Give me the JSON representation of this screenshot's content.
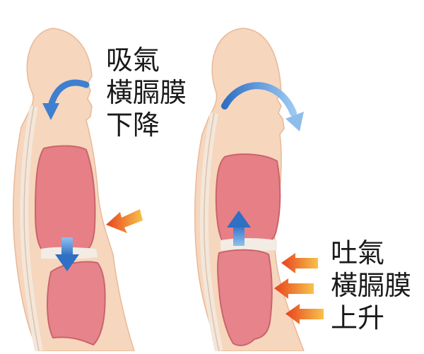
{
  "inhale": {
    "lines": [
      "吸氣",
      "橫膈膜",
      "下降"
    ]
  },
  "exhale": {
    "lines": [
      "吐氣",
      "橫膈膜",
      "上升"
    ]
  },
  "colors": {
    "skin": "#f6d6bd",
    "skin_edge": "#e9b998",
    "lung": "#e77f86",
    "lung_edge": "#c9646c",
    "stomach": "#e7848b",
    "spine": "#f1e3d6",
    "blue_arrow": "#3f7fcf",
    "blue_arrow_light": "#8fc1ef",
    "orange_arrow_start": "#f7c24a",
    "orange_arrow_end": "#e8421e",
    "text": "#1a1a1a"
  }
}
